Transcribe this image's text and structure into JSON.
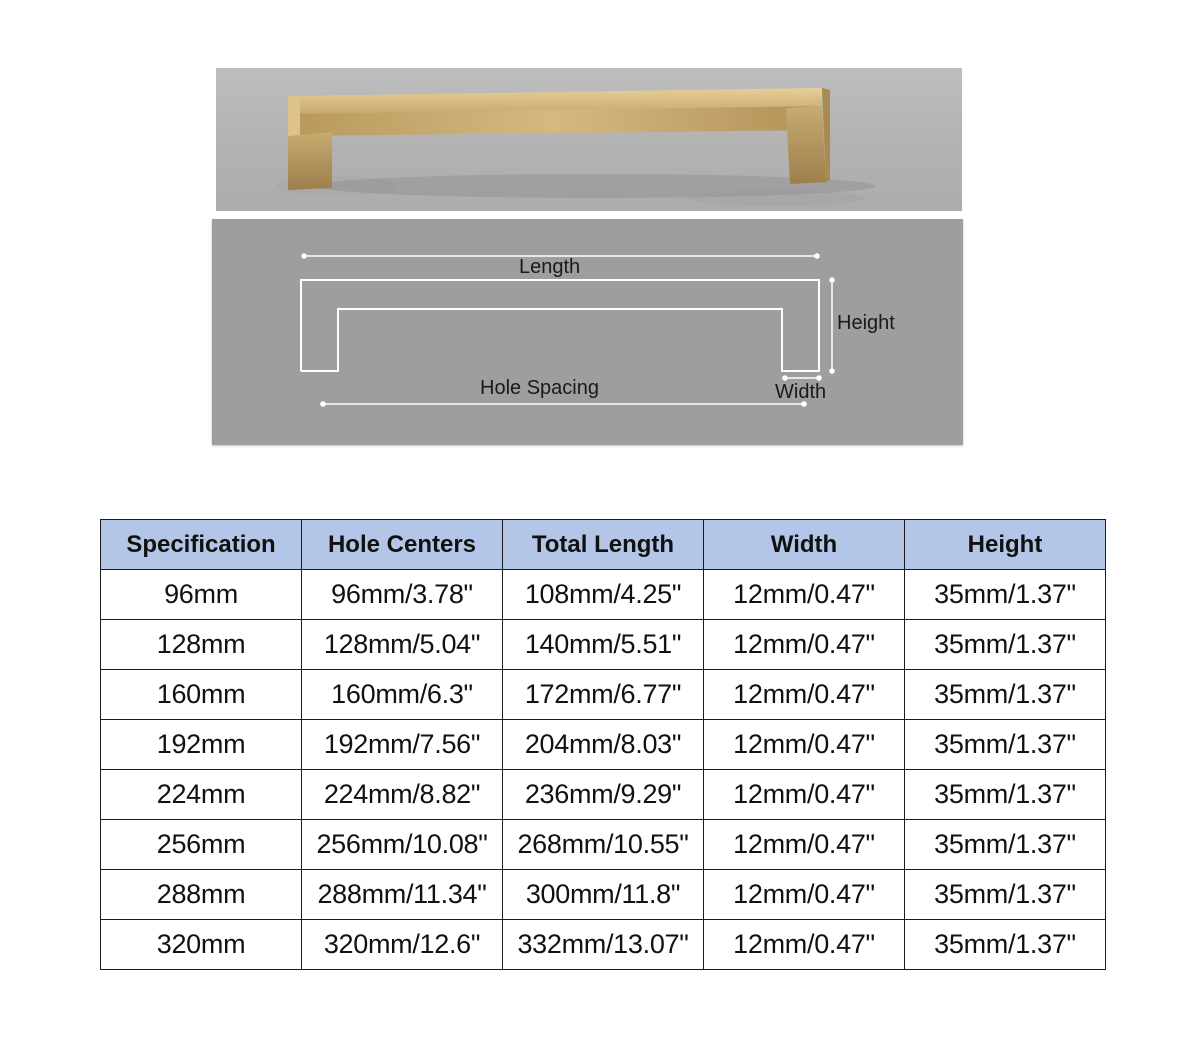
{
  "diagram": {
    "length_label": "Length",
    "height_label": "Height",
    "hole_spacing_label": "Hole Spacing",
    "width_label": "Width"
  },
  "table": {
    "headers": [
      "Specification",
      "Hole Centers",
      "Total Length",
      "Width",
      "Height"
    ],
    "rows": [
      [
        "96mm",
        "96mm/3.78\"",
        "108mm/4.25\"",
        "12mm/0.47\"",
        "35mm/1.37\""
      ],
      [
        "128mm",
        "128mm/5.04\"",
        "140mm/5.51\"",
        "12mm/0.47\"",
        "35mm/1.37\""
      ],
      [
        "160mm",
        "160mm/6.3\"",
        "172mm/6.77\"",
        "12mm/0.47\"",
        "35mm/1.37\""
      ],
      [
        "192mm",
        "192mm/7.56\"",
        "204mm/8.03\"",
        "12mm/0.47\"",
        "35mm/1.37\""
      ],
      [
        "224mm",
        "224mm/8.82\"",
        "236mm/9.29\"",
        "12mm/0.47\"",
        "35mm/1.37\""
      ],
      [
        "256mm",
        "256mm/10.08\"",
        "268mm/10.55\"",
        "12mm/0.47\"",
        "35mm/1.37\""
      ],
      [
        "288mm",
        "288mm/11.34\"",
        "300mm/11.8\"",
        "12mm/0.47\"",
        "35mm/1.37\""
      ],
      [
        "320mm",
        "320mm/12.6\"",
        "332mm/13.07\"",
        "12mm/0.47\"",
        "35mm/1.37\""
      ]
    ]
  },
  "colors": {
    "header_fill": "#b4c6e7",
    "diagram_background": "#9e9e9e",
    "handle_gold": "#c9ad72"
  }
}
